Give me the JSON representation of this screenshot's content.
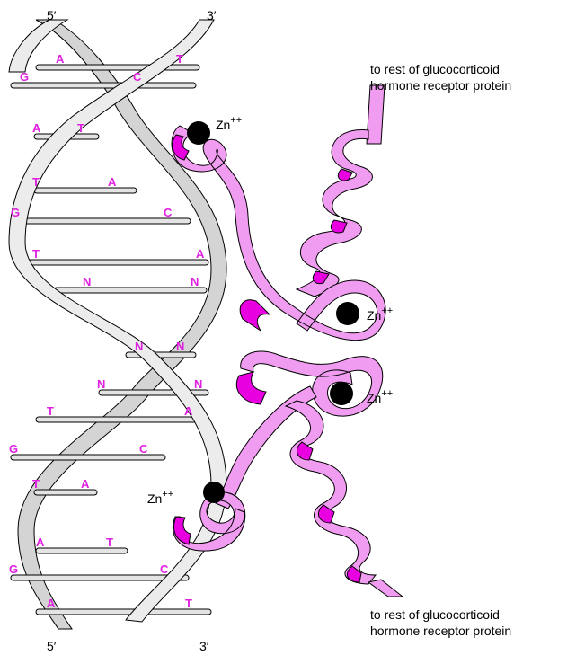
{
  "strand_labels": {
    "top_left": "5′",
    "top_right": "3′",
    "bottom_left": "5′",
    "bottom_right": "3′"
  },
  "base_pairs": [
    {
      "left": "A",
      "right": "T"
    },
    {
      "left": "G",
      "right": "C"
    },
    {
      "left": "A",
      "right": "T"
    },
    {
      "left": "T",
      "right": "A"
    },
    {
      "left": "G",
      "right": "C"
    },
    {
      "left": "T",
      "right": "A"
    },
    {
      "left": "N",
      "right": "N"
    },
    {
      "left": "N",
      "right": "N"
    },
    {
      "left": "N",
      "right": "N"
    },
    {
      "left": "T",
      "right": "A"
    },
    {
      "left": "G",
      "right": "C"
    },
    {
      "left": "T",
      "right": "A"
    },
    {
      "left": "A",
      "right": "T"
    },
    {
      "left": "G",
      "right": "C"
    },
    {
      "left": "A",
      "right": "T"
    }
  ],
  "zinc": {
    "label": "Zn",
    "charge": "++"
  },
  "captions": {
    "top_line1": "to rest of glucocorticoid",
    "top_line2": "hormone receptor protein",
    "bottom_line1": "to rest of glucocorticoid",
    "bottom_line2": "hormone receptor protein"
  },
  "colors": {
    "dna_backbone": "#d8d8d8",
    "helix_light": "#f09cf0",
    "helix_dark": "#e800e0",
    "base_letter": "#e020e0",
    "zinc": "#000000"
  }
}
